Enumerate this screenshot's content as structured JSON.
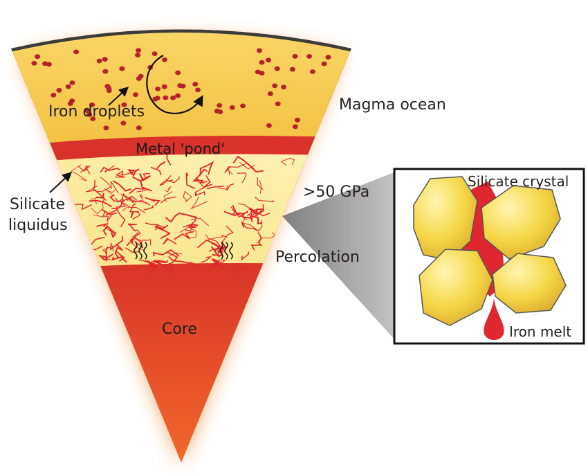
{
  "labels": {
    "iron_droplets": "Iron droplets",
    "magma_ocean": "Magma ocean",
    "metal_pond": "Metal 'pond'",
    "silicate_liquidus_line1": "Silicate",
    "silicate_liquidus_line2": "liquidus",
    "pressure": ">50 GPa",
    "percolation": "Percolation",
    "core": "Core",
    "silicate_crystal": "Silicate crystal",
    "iron_melt": "Iron melt"
  },
  "colors": {
    "crust": "#3c3c3c",
    "magma_ocean": "#f7cf55",
    "droplet": "#b3232a",
    "metal_pond": "#d9322b",
    "mantle": "#fbef9e",
    "veins": "#e0262a",
    "core_top": "#c91f25",
    "core_bottom": "#f1652a",
    "glow": "#f28a30",
    "crystal": "#f4d33e",
    "iron_melt": "#e02730",
    "funnel": "#a8a8a8"
  }
}
